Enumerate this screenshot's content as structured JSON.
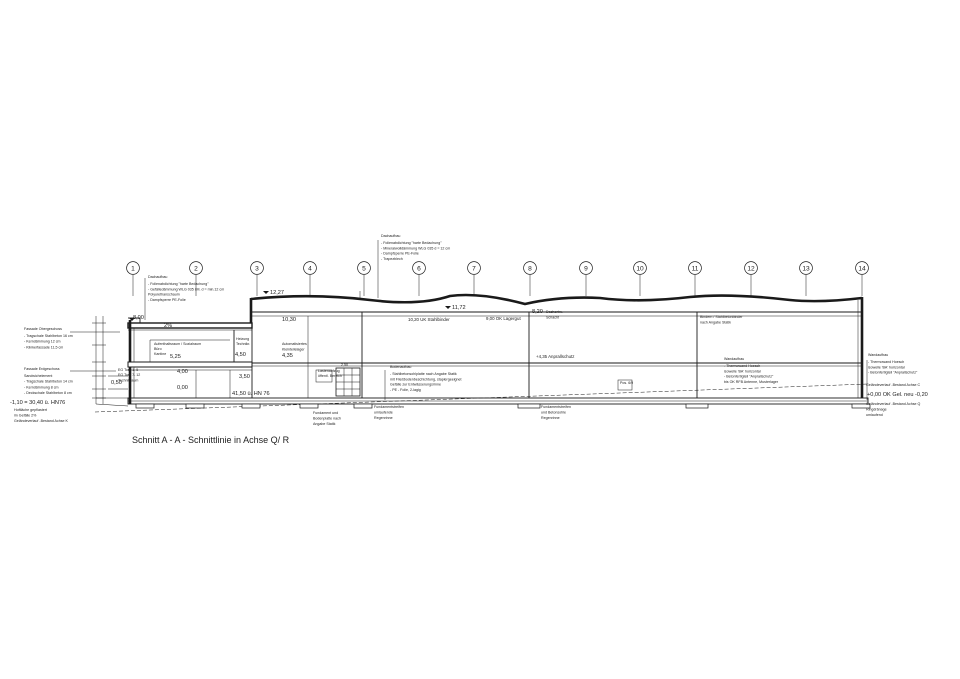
{
  "drawing": {
    "title": "Schnitt A - A  - Schnittlinie in Achse Q/ R",
    "axes": [
      "1",
      "2",
      "3",
      "4",
      "5",
      "6",
      "7",
      "8",
      "9",
      "10",
      "11",
      "12",
      "13",
      "14"
    ]
  },
  "levels": {
    "ridge": "12,27",
    "top_high": "11,72",
    "first_roof_left": "8,00",
    "first_roof_mid": "10,30",
    "hall_a": "10,20 UK Stahlbinder",
    "hall_b": "9,00 OK Lagergut",
    "hall_c": "8,20",
    "left_a": "5,25",
    "left_b": "4,00",
    "left_c": "4,50",
    "left_d": "4,35",
    "left_e": "3,50",
    "floor_a": "0,00",
    "floor_b": "0,50",
    "floor_c": "+0,00  OK Gel. neu -0,20",
    "ground_left": "-1,10 = 30,40 ü. HN76",
    "floor_hn": "41,50 ü. HN 76",
    "crane": "+4,35 Anprallschutz",
    "hn_line": "HN 76"
  },
  "notes": {
    "dach_top": {
      "title": "Dachaufbau",
      "lines": [
        "- Folienabdichtung \"harte Bedachung\"",
        "- Mineralwolldämmung WLG 035 d = 12 cm",
        "- Dampfsperre PE-Folie",
        "- Trapezblech"
      ]
    },
    "dach_left": {
      "title": "Dachaufbau",
      "lines": [
        "- Folienabdichtung \"harte Bedachung\"",
        "- Gefälledämmung WLG 035 i.M. d = min.12 cm",
        "  Polyurethanschaum",
        "- Dampfsperre PE-Folie"
      ]
    },
    "fassade_og": {
      "title": "Fassade Obergeschoss",
      "lines": [
        "- Tragschale Stahlbeton 16 cm",
        "- Kerndämmung 12 cm",
        "- Klinkerfassade 11,5 cm"
      ]
    },
    "fassade_eg": {
      "title": "Fassade Erdgeschoss",
      "lines": [
        "Sandwichelement",
        "- Tragschale Stahlbeton 14 cm",
        "- Kerndämmung 8 cm",
        "- Deckschale Stahlbeton 8 cm"
      ]
    },
    "sockel": {
      "lines": [
        "Hoftläche gepflastert",
        "im Gefälle 2%",
        "Geländeverlauf -Bestand Achse K"
      ]
    },
    "bodenaufbau": {
      "title": "Bodenaufbau",
      "lines": [
        "- Stahlbetonsohlplatte nach Angabe Statik",
        "  mit Fließbodenbeschichtung, staplergeeignet",
        "  Gefälle zur Entwässerungsrinne",
        "- PE - Folie, 2-lagig"
      ]
    },
    "fundament": {
      "lines": [
        "Fundament und",
        "Bodenplatte nach",
        "Angabe Statik"
      ]
    },
    "fundamentrinne_a": {
      "lines": [
        "Fundamentstreifen",
        "umlaufende",
        "Regenrinne"
      ]
    },
    "fundamentrinne_b": {
      "lines": [
        "Fundamentstreifen",
        "und Betonsohle",
        "Regenrinne"
      ]
    },
    "binder": {
      "lines": [
        "Bindern / Stahlbetonbinder",
        "nach Angabe Statik"
      ]
    },
    "dachentw": {
      "lines": [
        "Dachentw.",
        "Schacht"
      ]
    },
    "wandaufbau_mid": {
      "title": "Wandaufbau",
      "lines": [
        "- Thermowand Hoesch",
        "  isowelle 'BA' horizontal",
        "- Betonfertigteil \"Anprallschutz\"",
        "  bis OK RFB Antenne, Musterlager"
      ]
    },
    "wandaufbau_right": {
      "title": "Wandaufbau",
      "lines": [
        "- Thermowand Hoesch",
        "  isowelle 'BA' horizontal",
        "- Betonfertigteil \"Anprallschutz\""
      ]
    },
    "gelaende_right": {
      "lines": [
        "Geländeverlauf -Bestand Achse C"
      ]
    },
    "gelaende_right_b": {
      "lines": [
        "Geländeverlauf -Bestand Achse Q",
        "Ringdränage",
        "umlaufend"
      ]
    },
    "hochregal": {
      "lines": [
        "Automatisiertes",
        "Kleinteilelager"
      ]
    },
    "room_left": {
      "lines": [
        "EG Tore 1- 5",
        "EG Tore 7- 12",
        "Technikraum"
      ]
    },
    "room_small": {
      "lines": [
        "Heizung",
        "Technikr."
      ]
    },
    "room_mid": {
      "lines": [
        "Lastenaufzug",
        "öffentl. Bereich"
      ]
    },
    "upper_room": {
      "lines": [
        "Aufenthaltsraum / Sozialraum",
        "Büro",
        "Kantine"
      ]
    },
    "pos_note": "Pos. 6/9",
    "small_box": "2,50",
    "slope": "2%"
  }
}
